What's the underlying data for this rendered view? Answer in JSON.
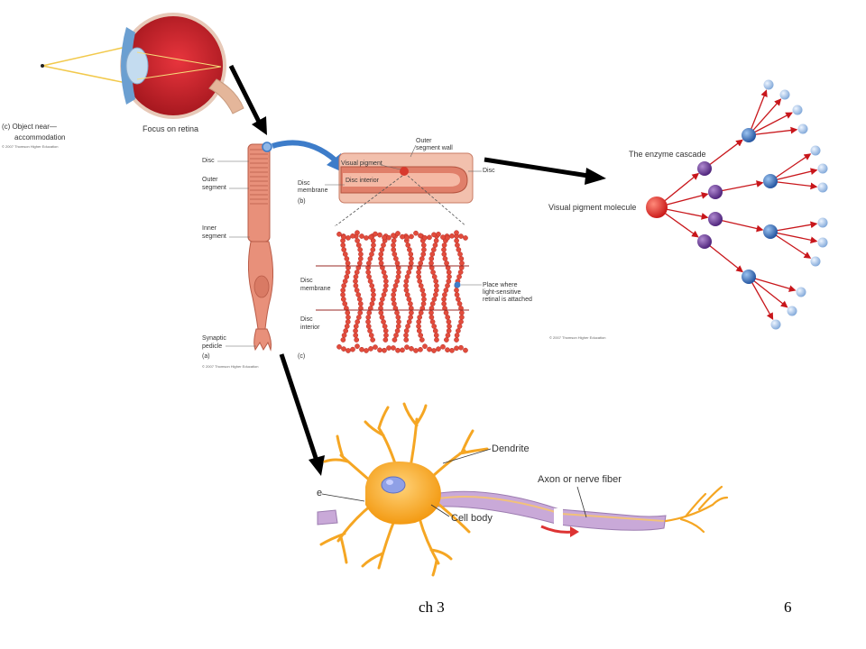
{
  "eye": {
    "caption_line1": "(c) Object near—",
    "caption_line2": "accommodation",
    "focus_label": "Focus on retina",
    "copyright": "© 2007 Thomson Higher Education"
  },
  "rod": {
    "disc": "Disc",
    "outer_segment_1": "Outer",
    "outer_segment_2": "segment",
    "inner_segment_1": "Inner",
    "inner_segment_2": "segment",
    "synaptic_1": "Synaptic",
    "synaptic_2": "pedicle",
    "panel_a": "(a)",
    "copyright": "© 2007 Thomson Higher Education"
  },
  "disc_detail": {
    "outer_wall_1": "Outer",
    "outer_wall_2": "segment wall",
    "visual_pigment": "Visual pigment",
    "disc": "Disc",
    "disc_interior": "Disc interior",
    "disc_membrane_1": "Disc",
    "disc_membrane_2": "membrane",
    "panel_b": "(b)"
  },
  "protein_detail": {
    "disc_membrane_1": "Disc",
    "disc_membrane_2": "membrane",
    "disc_interior_1": "Disc",
    "disc_interior_2": "interior",
    "place_1": "Place where",
    "place_2": "light-sensitive",
    "place_3": "retinal is attached",
    "panel_c": "(c)"
  },
  "cascade": {
    "title": "The enzyme cascade",
    "molecule": "Visual pigment molecule",
    "copyright": "© 2007 Thomson Higher Education"
  },
  "neuron": {
    "dendrite": "Dendrite",
    "axon": "Axon or nerve fiber",
    "cell_body": "Cell body",
    "nucleus_partial": "e"
  },
  "footer": {
    "chapter": "ch 3",
    "page": "6"
  },
  "colors": {
    "eye_red": "#c8202a",
    "rod_salmon": "#e8907a",
    "cascade_red": "#d21f1f",
    "neuron_orange": "#f7a41d",
    "axon_purple": "#c9a9d8",
    "arrow_black": "#000000",
    "blue_arrow": "#3d7cc9"
  }
}
